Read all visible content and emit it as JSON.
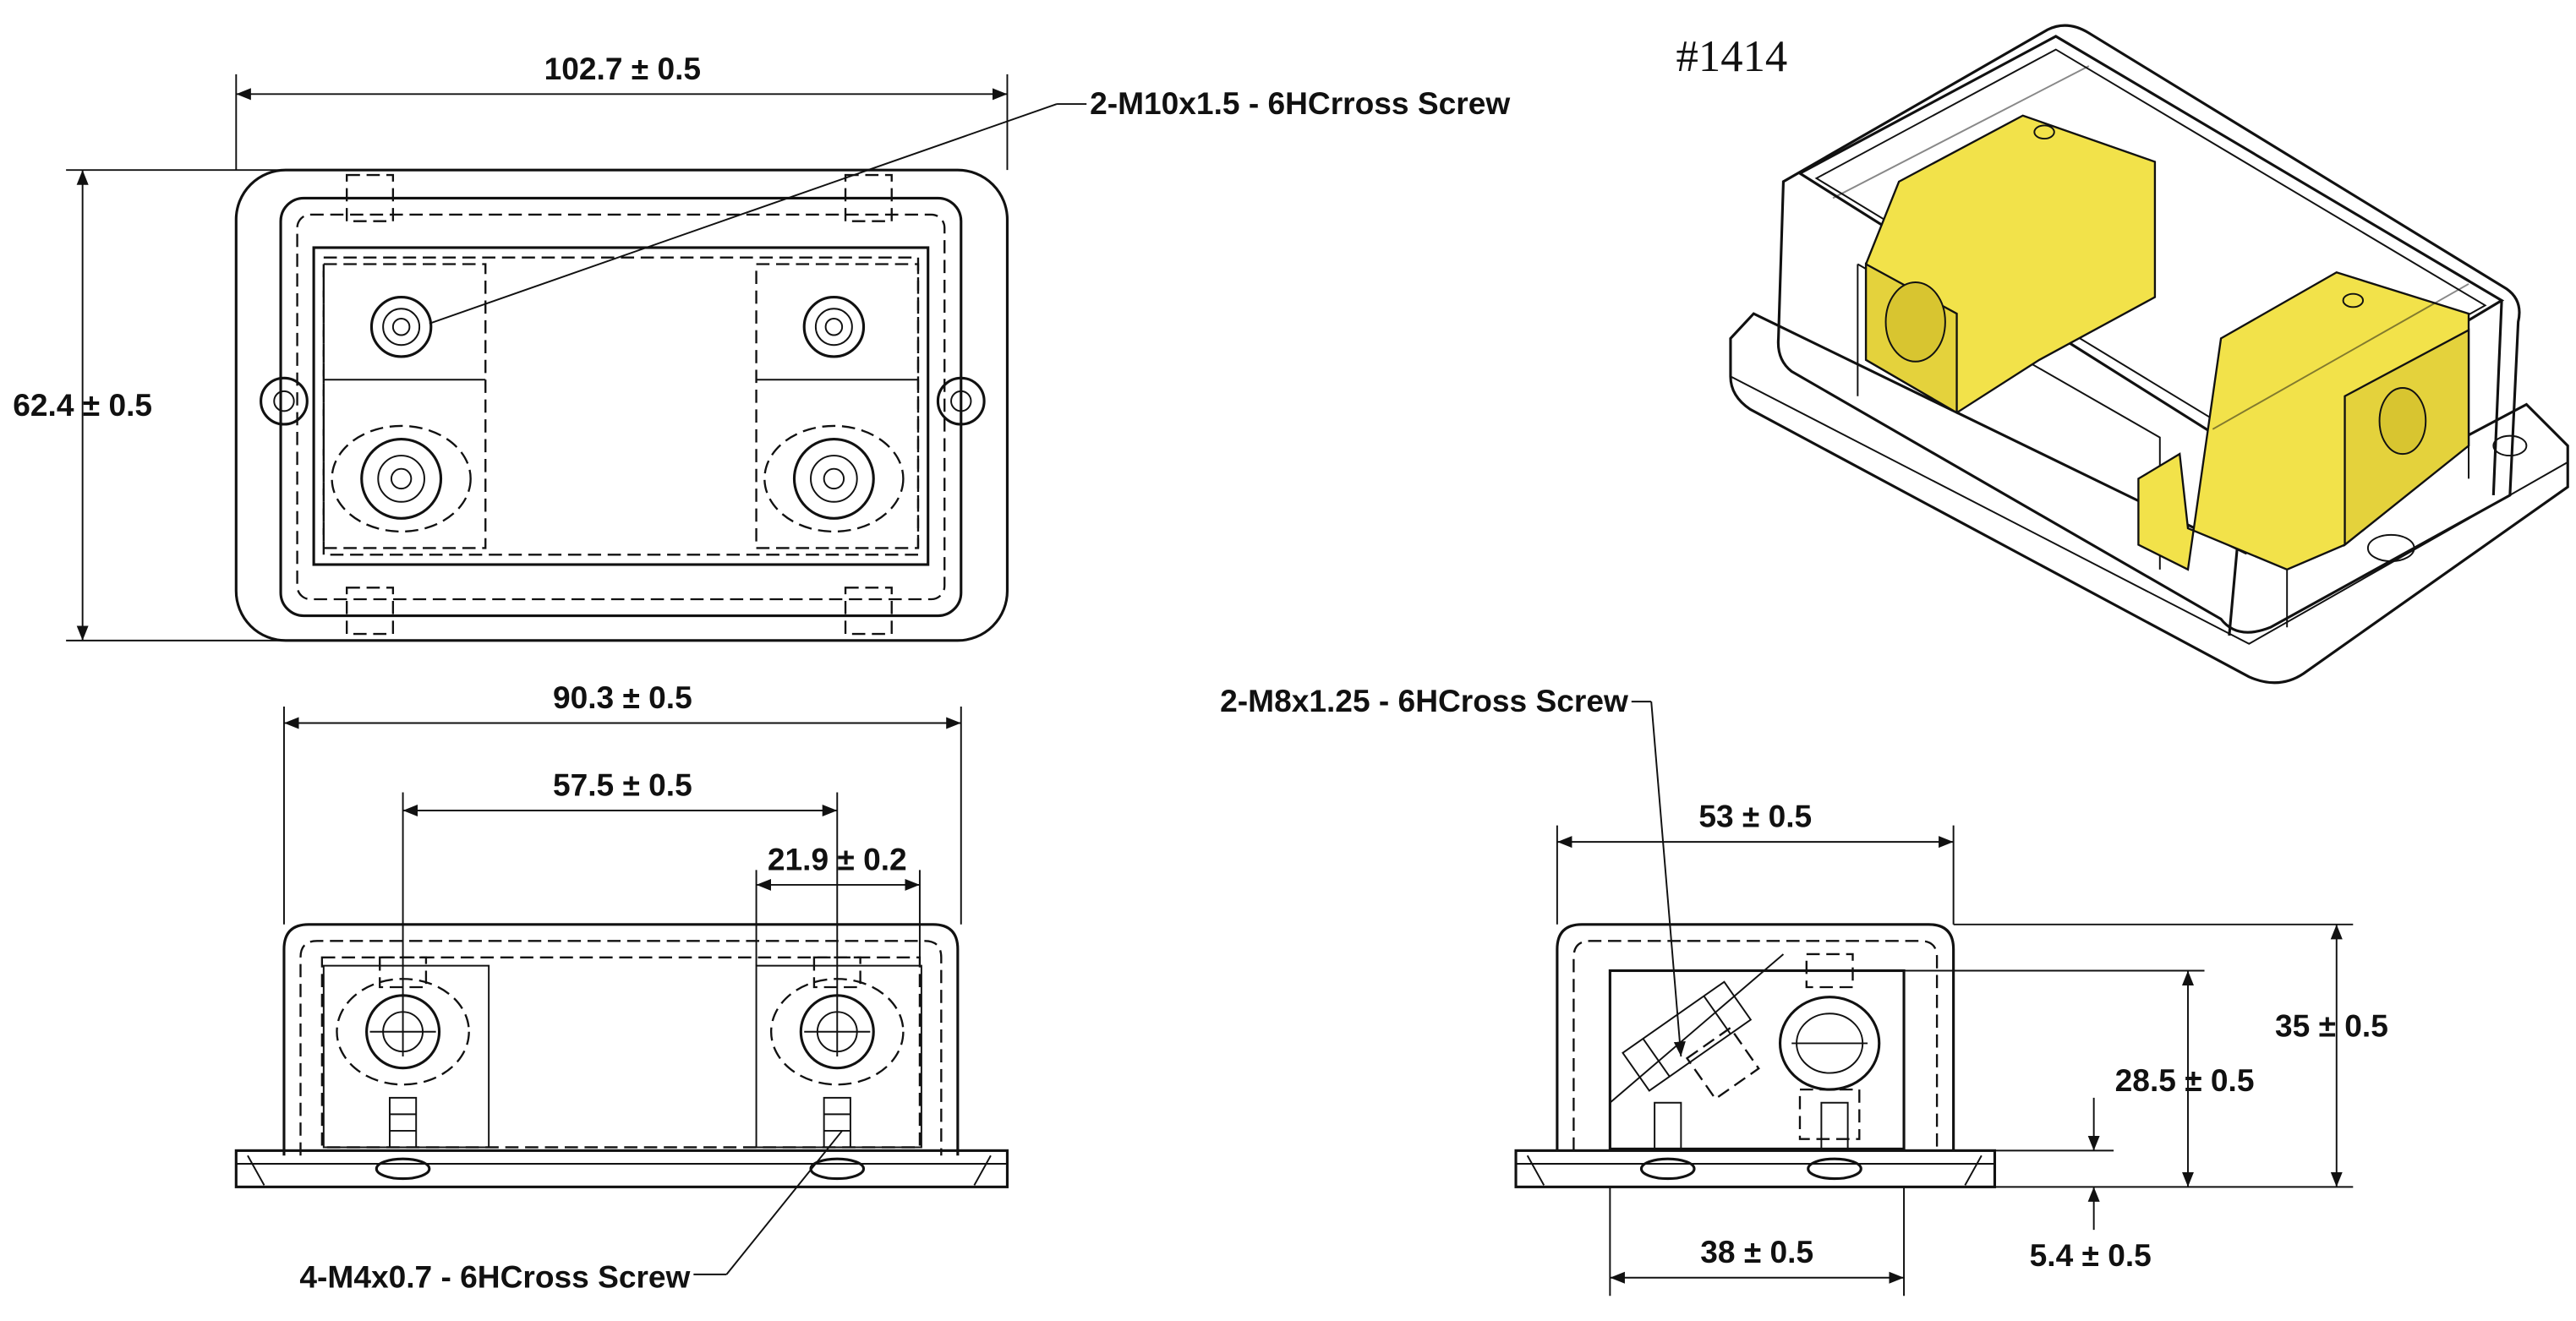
{
  "model_number": "#1414",
  "dimensions": {
    "top_width": "102.7 ± 0.5",
    "top_height": "62.4 ± 0.5",
    "front_width": "90.3 ± 0.5",
    "front_center_spacing": "57.5 ± 0.5",
    "front_terminal_width": "21.9 ± 0.2",
    "side_width": "53 ± 0.5",
    "side_inner_width": "38 ± 0.5",
    "side_height": "35 ± 0.5",
    "side_inner_height": "28.5 ± 0.5",
    "side_base_height": "5.4 ± 0.5"
  },
  "callouts": {
    "top_screw": "2-M10x1.5 - 6HCrross Screw",
    "base_screw": "4-M4x0.7 - 6HCross Screw",
    "side_screw": "2-M8x1.25 - 6HCross Screw"
  },
  "colors": {
    "line": "#111111",
    "terminal_yellow": "#f2e24a",
    "cover_clear": "#f4f4f4"
  }
}
